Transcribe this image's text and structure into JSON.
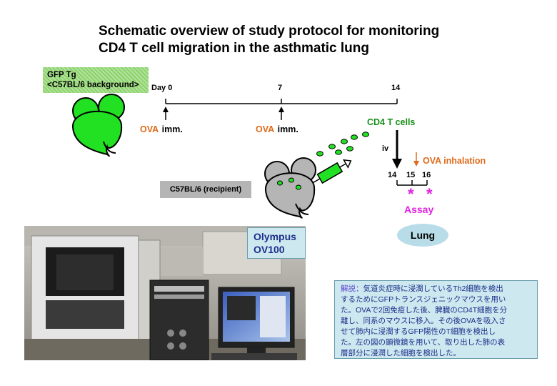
{
  "title": {
    "line1": "Schematic overview of study protocol for monitoring",
    "line2": "CD4 T cell migration in the asthmatic lung"
  },
  "donor": {
    "line1": "GFP Tg",
    "line2": "<C57BL/6 background>"
  },
  "recipient": {
    "label": "C57BL/6 (recipient)"
  },
  "timeline": {
    "day0": "Day 0",
    "day7": "7",
    "day14": "14",
    "imm1_ova": "OVA",
    "imm1_rest": "imm.",
    "imm2_ova": "OVA",
    "imm2_rest": "imm."
  },
  "transfer": {
    "cells": "CD4 T cells",
    "route": "iv"
  },
  "inhalation": {
    "label": "OVA inhalation",
    "d14": "14",
    "d15": "15",
    "d16": "16",
    "assay": "Assay",
    "star1": "*",
    "star2": "*"
  },
  "lung": {
    "label": "Lung"
  },
  "microscope": {
    "line1": "Olympus",
    "line2": "OV100"
  },
  "note": {
    "heading": "解説：",
    "line1": "気道炎症時に浸潤しているTh2細胞を検出",
    "line2": "するためにGFPトランスジェニックマウスを用い",
    "line3": "た。OVAで2回免疫した後、脾臓のCD4T細胞を分",
    "line4": "離し、同系のマウスに移入。その後OVAを吸入さ",
    "line5": "せて肺内に浸潤するGFP陽性のT細胞を検出し",
    "line6": "た。左の図の顕微鏡を用いて、取り出した肺の表",
    "line7": "層部分に浸潤した細胞を検出した。"
  },
  "colors": {
    "gfp_green": "#22e022",
    "ova_orange": "#e06a1a",
    "cd4_green": "#18901a",
    "assay_magenta": "#e022e0",
    "note_bg": "#cde8ef",
    "note_text": "#1b2f8a"
  }
}
